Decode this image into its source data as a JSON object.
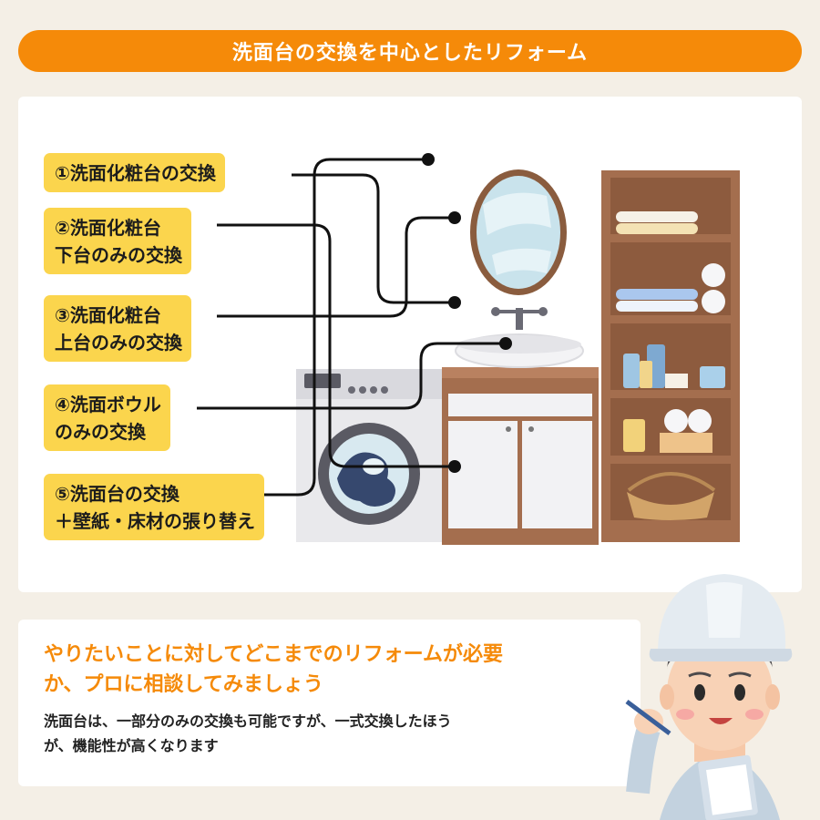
{
  "header": {
    "title": "洗面台の交換を中心としたリフォーム"
  },
  "options": [
    {
      "lines": [
        "①洗面化粧台の交換"
      ]
    },
    {
      "lines": [
        "②洗面化粧台",
        "下台のみの交換"
      ]
    },
    {
      "lines": [
        "③洗面化粧台",
        "上台のみの交換"
      ]
    },
    {
      "lines": [
        "④洗面ボウル",
        "のみの交換"
      ]
    },
    {
      "lines": [
        "⑤洗面台の交換",
        "＋壁紙・床材の張り替え"
      ]
    }
  ],
  "tip": {
    "headline": [
      "やりたいことに対してどこまでのリフォームが必要",
      "か、プロに相談してみましょう"
    ],
    "body": [
      "洗面台は、一部分のみの交換も可能ですが、一式交換したほう",
      "が、機能性が高くなります"
    ]
  },
  "colors": {
    "accent": "#f58a09",
    "tag": "#fbd54d",
    "wood": "#a46e4e",
    "background": "#f4efe6"
  }
}
